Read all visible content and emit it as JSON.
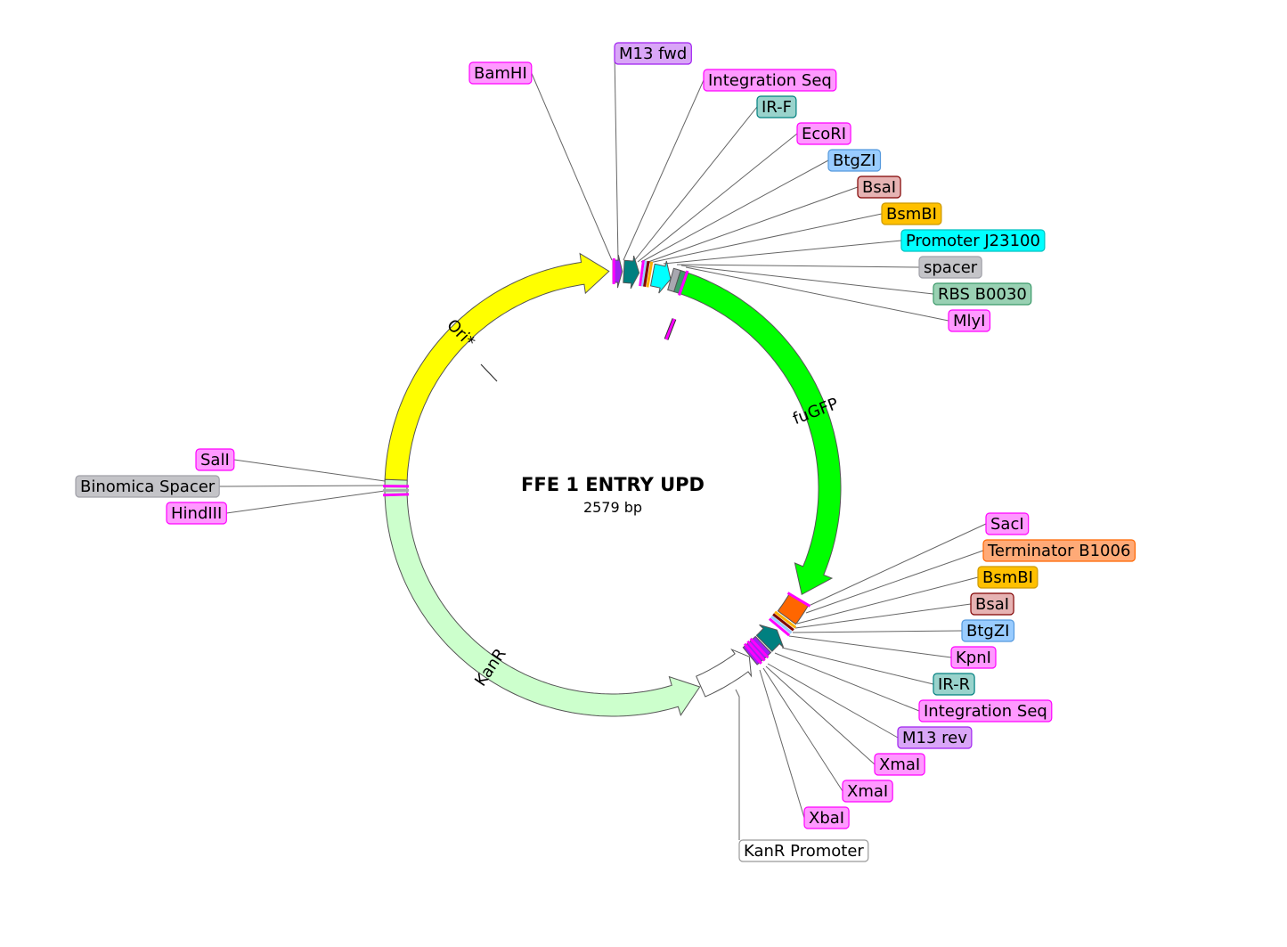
{
  "plasmid": {
    "name": "FFE 1 ENTRY UPD",
    "length_label": "2579 bp",
    "length_bp": 2579
  },
  "features": [
    {
      "name": "Ori*",
      "start": 1948,
      "end": 2572,
      "direction": "forward",
      "color": "#ffff00",
      "show_name": true
    },
    {
      "name": "M13 fwd",
      "start": 0,
      "end": 18,
      "direction": "forward",
      "color": "#a020f0"
    },
    {
      "name": "IR-F",
      "start": 21,
      "end": 50,
      "direction": "forward",
      "color": "#008080"
    },
    {
      "name": "Promoter J23100",
      "start": 76,
      "end": 111,
      "direction": "forward",
      "color": "#00ffff"
    },
    {
      "name": "spacer",
      "start": 111,
      "end": 124,
      "direction": "none",
      "color": "#a8a8b0"
    },
    {
      "name": "RBS B0030",
      "start": 124,
      "end": 134,
      "direction": "none",
      "color": "#3c9a6a"
    },
    {
      "name": "fuGFP",
      "start": 138,
      "end": 855,
      "direction": "forward",
      "color": "#00ff00",
      "show_name": true
    },
    {
      "name": "Terminator B1006",
      "start": 867,
      "end": 907,
      "direction": "none",
      "color": "#ff6600"
    },
    {
      "name": "IR-R",
      "start": 937,
      "end": 972,
      "direction": "reverse",
      "color": "#008080"
    },
    {
      "name": "M13 rev",
      "start": 975,
      "end": 1008,
      "direction": "none",
      "color": "#a020f0"
    },
    {
      "name": "KanR Promoter",
      "start": 1010,
      "end": 1118,
      "direction": "reverse",
      "color": "#ffffff"
    },
    {
      "name": "KanR",
      "start": 1120,
      "end": 1950,
      "direction": "reverse",
      "color": "#ccffcc",
      "show_name": true
    }
  ],
  "sites": [
    {
      "name": "BamHI",
      "bp": 2,
      "color": "#ff00ff"
    },
    {
      "name": "EcoRI",
      "bp": 55,
      "color": "#ff00ff"
    },
    {
      "name": "BtgZI",
      "bp": 60,
      "color": "#99ccff"
    },
    {
      "name": "BsaI",
      "bp": 64,
      "color": "#800000"
    },
    {
      "name": "BsmBI",
      "bp": 70,
      "color": "#ffb000"
    },
    {
      "name": "MlyI",
      "bp": 136,
      "color": "#ff00ff"
    },
    {
      "name": "SacI",
      "bp": 866,
      "color": "#ff00ff"
    },
    {
      "name": "BsmBI",
      "bp": 912,
      "color": "#ffb000"
    },
    {
      "name": "BsaI",
      "bp": 918,
      "color": "#800000"
    },
    {
      "name": "BtgZI",
      "bp": 924,
      "color": "#99ccff"
    },
    {
      "name": "KpnI",
      "bp": 930,
      "color": "#ff00ff"
    },
    {
      "name": "XmaI",
      "bp": 985,
      "color": "#ff00ff"
    },
    {
      "name": "XmaI",
      "bp": 993,
      "color": "#ff00ff"
    },
    {
      "name": "XbaI",
      "bp": 1001,
      "color": "#ff00ff"
    },
    {
      "name": "SalI",
      "bp": 1938,
      "color": "#ff00ff"
    },
    {
      "name": "HindIII",
      "bp": 1922,
      "color": "#ff00ff"
    },
    {
      "name": "Binomica Spacer",
      "bp": 1930,
      "color": "#a8a8b0"
    }
  ],
  "labels": [
    {
      "text": "BamHI",
      "fill": "#ff99ff",
      "stroke": "#ff00ff"
    },
    {
      "text": "M13 fwd",
      "fill": "#d9a6f7",
      "stroke": "#a020f0"
    },
    {
      "text": "Integration Seq",
      "fill": "#ff99ff",
      "stroke": "#ff00ff"
    },
    {
      "text": "IR-F",
      "fill": "#99d3cc",
      "stroke": "#008080"
    },
    {
      "text": "EcoRI",
      "fill": "#ff99ff",
      "stroke": "#ff00ff"
    },
    {
      "text": "BtgZI",
      "fill": "#99ccff",
      "stroke": "#5599dd"
    },
    {
      "text": "BsaI",
      "fill": "#e6b3b3",
      "stroke": "#800000"
    },
    {
      "text": "BsmBI",
      "fill": "#ffc000",
      "stroke": "#cc9900"
    },
    {
      "text": "Promoter J23100",
      "fill": "#00ffff",
      "stroke": "#00c0c0"
    },
    {
      "text": "spacer",
      "fill": "#c4c4c8",
      "stroke": "#a0a0a8"
    },
    {
      "text": "RBS B0030",
      "fill": "#99d1b3",
      "stroke": "#3c9a6a"
    },
    {
      "text": "MlyI",
      "fill": "#ff99ff",
      "stroke": "#ff00ff"
    },
    {
      "text": "SacI",
      "fill": "#ff99ff",
      "stroke": "#ff00ff"
    },
    {
      "text": "Terminator B1006",
      "fill": "#ffaa77",
      "stroke": "#ff6600"
    },
    {
      "text": "BsmBI",
      "fill": "#ffc000",
      "stroke": "#cc9900"
    },
    {
      "text": "BsaI",
      "fill": "#e6b3b3",
      "stroke": "#800000"
    },
    {
      "text": "BtgZI",
      "fill": "#99ccff",
      "stroke": "#5599dd"
    },
    {
      "text": "KpnI",
      "fill": "#ff99ff",
      "stroke": "#ff00ff"
    },
    {
      "text": "IR-R",
      "fill": "#99d3cc",
      "stroke": "#008080"
    },
    {
      "text": "Integration Seq",
      "fill": "#ff99ff",
      "stroke": "#ff00ff"
    },
    {
      "text": "M13 rev",
      "fill": "#d9a6f7",
      "stroke": "#a020f0"
    },
    {
      "text": "XmaI",
      "fill": "#ff99ff",
      "stroke": "#ff00ff"
    },
    {
      "text": "XmaI",
      "fill": "#ff99ff",
      "stroke": "#ff00ff"
    },
    {
      "text": "XbaI",
      "fill": "#ff99ff",
      "stroke": "#ff00ff"
    },
    {
      "text": "KanR Promoter",
      "fill": "#ffffff",
      "stroke": "#999999"
    },
    {
      "text": "SalI",
      "fill": "#ff99ff",
      "stroke": "#ff00ff"
    },
    {
      "text": "Binomica Spacer",
      "fill": "#c4c4c8",
      "stroke": "#a0a0a8"
    },
    {
      "text": "HindIII",
      "fill": "#ff99ff",
      "stroke": "#ff00ff"
    }
  ]
}
